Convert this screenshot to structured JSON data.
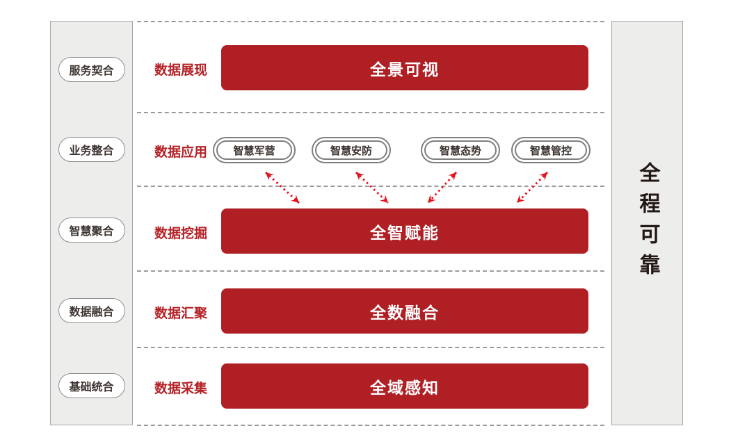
{
  "left_sidebar": {
    "items": [
      {
        "label": "服务契合"
      },
      {
        "label": "业务整合"
      },
      {
        "label": "智慧聚合"
      },
      {
        "label": "数据融合"
      },
      {
        "label": "基础统合"
      }
    ]
  },
  "right_sidebar": {
    "label": "全程可靠"
  },
  "rows": [
    {
      "label": "数据展现",
      "bar": "全景可视"
    },
    {
      "label": "数据应用",
      "pills": [
        "智慧军营",
        "智慧安防",
        "智慧态势",
        "智慧管控"
      ]
    },
    {
      "label": "数据挖掘",
      "bar": "全智赋能"
    },
    {
      "label": "数据汇聚",
      "bar": "全数融合"
    },
    {
      "label": "数据采集",
      "bar": "全域感知"
    }
  ],
  "icons": {
    "arrow": "bidirectional-dashed-arrow"
  },
  "colors": {
    "bar_red": "#b01f24",
    "label_red": "#b42227",
    "arrow_red": "#e5121d",
    "panel_gray": "#ededec",
    "divider_gray": "#9a9a9a",
    "pill_border_gray": "#7e7e7e",
    "text_dark": "#3a322e"
  }
}
